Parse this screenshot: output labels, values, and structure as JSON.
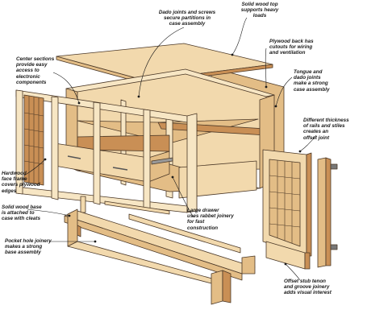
{
  "callouts": {
    "solid_top": "Solid wood top\nsupports heavy\nloads",
    "dado_screws": "Dado joints and screws\nsecure partitions in\ncase assembly",
    "plywood_back": "Plywood back has\ncutouts for wiring\nand ventilation",
    "center_sections": "Center sections\nprovide easy\naccess to\nelectronic\ncomponents",
    "tongue_dado": "Tongue and\ndado joints\nmake a strong\ncase assembly",
    "thickness": "Different thickness\nof rails and stiles\ncreates an\noffset joint",
    "face_frame": "Hardwood\nface frame\ncovers plywood\nedges",
    "large_drawer": "Large drawer\nuses rabbet joinery\nfor fast\nconstruction",
    "base": "Solid wood base\nis attached to\ncase with cleats",
    "pocket_hole": "Pocket hole joinery\nmakes a strong\nbase assembly",
    "stub_tenon": "Offset stub tenon\nand groove joinery\nadds visual interest"
  },
  "colors": {
    "wood_light": "#f2d9ad",
    "wood_mid": "#e3bd86",
    "wood_dark": "#c98f55",
    "plywood_edge": "#f7e6c4",
    "outline": "#4a3726",
    "hardware": "#555555"
  }
}
